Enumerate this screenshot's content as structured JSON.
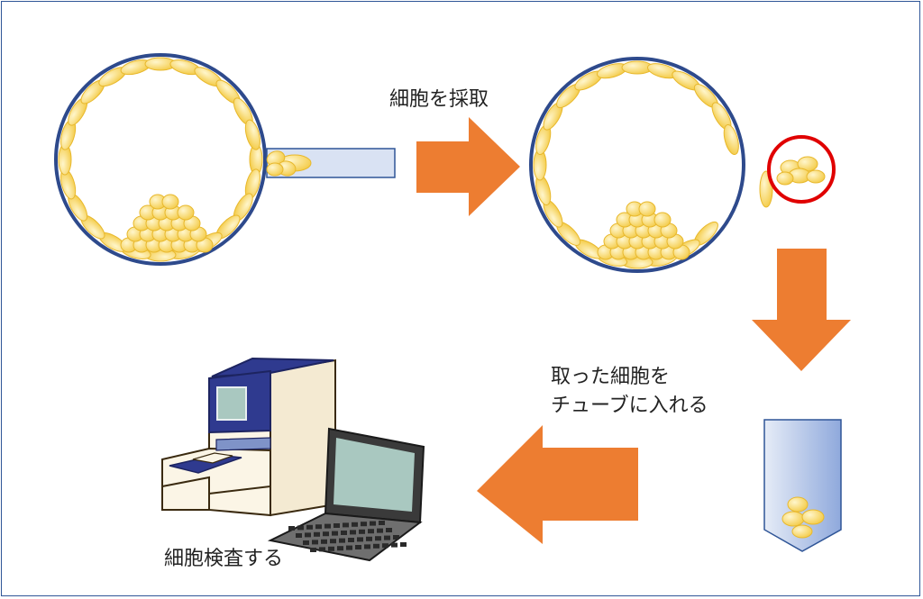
{
  "labels": {
    "step1": "細胞を採取",
    "step2_line1": "取った細胞を",
    "step2_line2": "チューブに入れる",
    "step3": "細胞検査する"
  },
  "colors": {
    "frame_border": "#2f5597",
    "embryo_outline": "#2e4a8c",
    "cell_fill": "#f6d35a",
    "cell_light": "#fff3c0",
    "cell_edge": "#e8b82c",
    "arrow": "#ed7d31",
    "pipette_fill": "#d9e2f3",
    "pipette_edge": "#2f5597",
    "highlight_circle": "#e00000",
    "tube_fill": "#b4c7e7",
    "machine_body": "#fbf5e6",
    "machine_panel": "#2f3a8f",
    "screen": "#a9c8c0",
    "laptop": "#3a3a3a"
  },
  "icons": [
    "blastocyst-icon",
    "pipette-icon",
    "biopsy-cells-icon",
    "test-tube-icon",
    "sequencer-machine-icon",
    "laptop-icon"
  ]
}
